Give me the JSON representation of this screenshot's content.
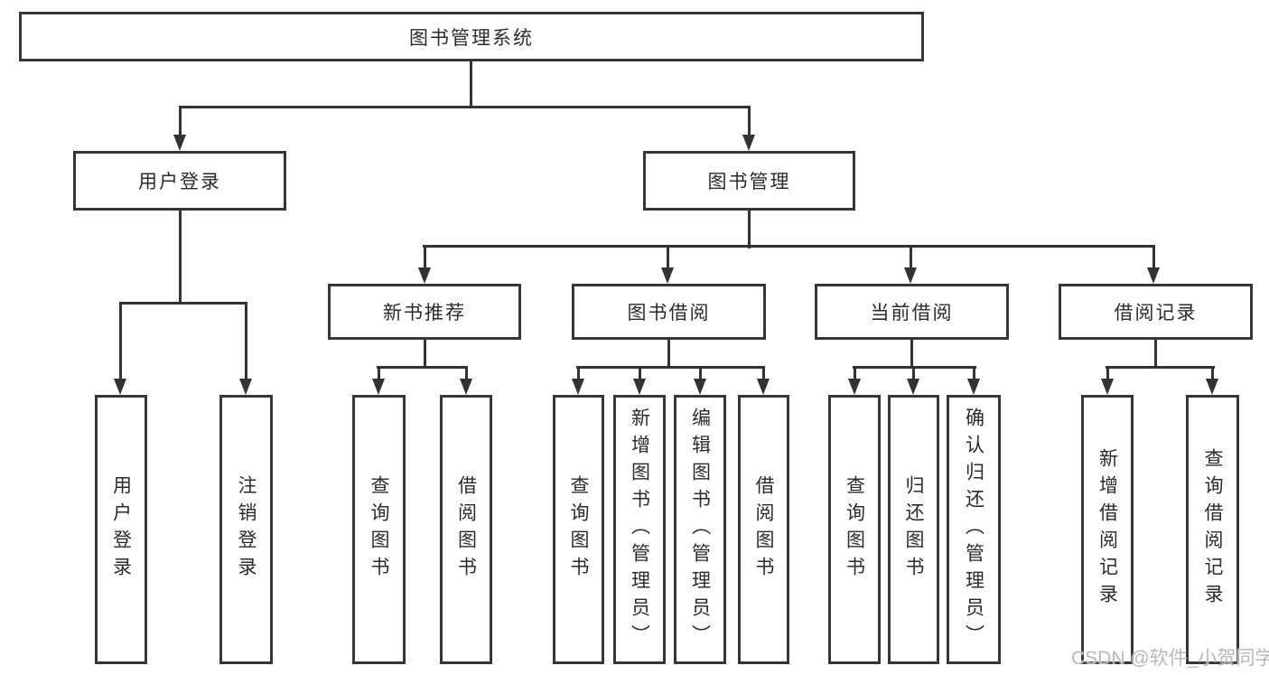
{
  "nodes": {
    "root": {
      "label": "图书管理系统"
    },
    "user_login": {
      "label": "用户登录",
      "children": [
        {
          "label": "用户登录"
        },
        {
          "label": "注销登录"
        }
      ]
    },
    "book_management": {
      "label": "图书管理",
      "children": {
        "new_book_recommend": {
          "label": "新书推荐",
          "children": [
            {
              "label": "查询图书"
            },
            {
              "label": "借阅图书"
            }
          ]
        },
        "book_borrow": {
          "label": "图书借阅",
          "children": [
            {
              "label": "查询图书"
            },
            {
              "label": "新增图书（管理员）"
            },
            {
              "label": "编辑图书（管理员）"
            },
            {
              "label": "借阅图书"
            }
          ]
        },
        "current_borrow": {
          "label": "当前借阅",
          "children": [
            {
              "label": "查询图书"
            },
            {
              "label": "归还图书"
            },
            {
              "label": "确认归还（管理员）"
            }
          ]
        },
        "borrow_records": {
          "label": "借阅记录",
          "children": [
            {
              "label": "新增借阅记录"
            },
            {
              "label": "查询借阅记录"
            }
          ]
        }
      }
    }
  },
  "watermark": {
    "text": "CSDN @软件_小贺同学"
  },
  "colors": {
    "line": "#333333",
    "box_border": "#363636",
    "text": "#2b2b2b",
    "watermark_text": "#b9b9b9",
    "background": "#ffffff"
  }
}
